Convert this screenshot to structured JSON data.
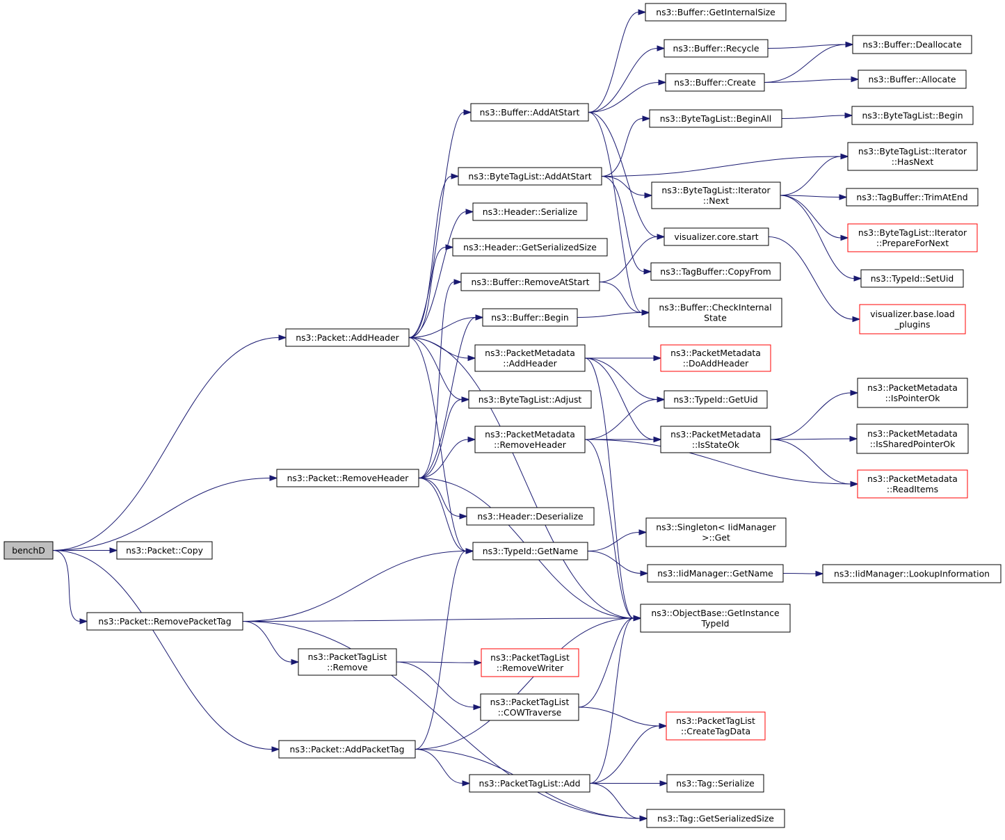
{
  "colors": {
    "edge": "#191970",
    "node_border": "#000000",
    "node_border_truncated": "#ff0000",
    "node_fill": "#ffffff",
    "root_fill": "#bfbfbf"
  },
  "nodes": [
    {
      "id": "benchD",
      "lines": [
        "benchD"
      ],
      "root": true
    },
    {
      "id": "Packet_AddHeader",
      "lines": [
        "ns3::Packet::AddHeader"
      ]
    },
    {
      "id": "Packet_RemoveHeader",
      "lines": [
        "ns3::Packet::RemoveHeader"
      ]
    },
    {
      "id": "Packet_Copy",
      "lines": [
        "ns3::Packet::Copy"
      ]
    },
    {
      "id": "Packet_RemovePacketTag",
      "lines": [
        "ns3::Packet::RemovePacketTag"
      ]
    },
    {
      "id": "Packet_AddPacketTag",
      "lines": [
        "ns3::Packet::AddPacketTag"
      ]
    },
    {
      "id": "Buffer_AddAtStart",
      "lines": [
        "ns3::Buffer::AddAtStart"
      ]
    },
    {
      "id": "ByteTagList_AddAtStart",
      "lines": [
        "ns3::ByteTagList::AddAtStart"
      ]
    },
    {
      "id": "Header_Serialize",
      "lines": [
        "ns3::Header::Serialize"
      ]
    },
    {
      "id": "Header_GetSerializedSize",
      "lines": [
        "ns3::Header::GetSerializedSize"
      ]
    },
    {
      "id": "Buffer_RemoveAtStart",
      "lines": [
        "ns3::Buffer::RemoveAtStart"
      ]
    },
    {
      "id": "Buffer_Begin",
      "lines": [
        "ns3::Buffer::Begin"
      ]
    },
    {
      "id": "PacketMetadata_AddHeader",
      "lines": [
        "ns3::PacketMetadata",
        "::AddHeader"
      ]
    },
    {
      "id": "ByteTagList_Adjust",
      "lines": [
        "ns3::ByteTagList::Adjust"
      ]
    },
    {
      "id": "PacketMetadata_RemoveHeader",
      "lines": [
        "ns3::PacketMetadata",
        "::RemoveHeader"
      ]
    },
    {
      "id": "Header_Deserialize",
      "lines": [
        "ns3::Header::Deserialize"
      ]
    },
    {
      "id": "TypeId_GetName",
      "lines": [
        "ns3::TypeId::GetName"
      ]
    },
    {
      "id": "PacketTagList_Remove",
      "lines": [
        "ns3::PacketTagList",
        "::Remove"
      ]
    },
    {
      "id": "PacketTagList_COWTraverse",
      "lines": [
        "ns3::PacketTagList",
        "::COWTraverse"
      ]
    },
    {
      "id": "PacketTagList_Add",
      "lines": [
        "ns3::PacketTagList::Add"
      ]
    },
    {
      "id": "Buffer_GetInternalSize",
      "lines": [
        "ns3::Buffer::GetInternalSize"
      ]
    },
    {
      "id": "Buffer_Recycle",
      "lines": [
        "ns3::Buffer::Recycle"
      ]
    },
    {
      "id": "Buffer_Create",
      "lines": [
        "ns3::Buffer::Create"
      ]
    },
    {
      "id": "ByteTagList_BeginAll",
      "lines": [
        "ns3::ByteTagList::BeginAll"
      ]
    },
    {
      "id": "ByteTagList_Iterator_Next",
      "lines": [
        "ns3::ByteTagList::Iterator",
        "::Next"
      ]
    },
    {
      "id": "visualizer_core_start",
      "lines": [
        "visualizer.core.start"
      ]
    },
    {
      "id": "TagBuffer_CopyFrom",
      "lines": [
        "ns3::TagBuffer::CopyFrom"
      ]
    },
    {
      "id": "Buffer_CheckInternalState",
      "lines": [
        "ns3::Buffer::CheckInternal",
        "State"
      ]
    },
    {
      "id": "PacketMetadata_DoAddHeader",
      "lines": [
        "ns3::PacketMetadata",
        "::DoAddHeader"
      ],
      "truncated": true
    },
    {
      "id": "TypeId_GetUid",
      "lines": [
        "ns3::TypeId::GetUid"
      ]
    },
    {
      "id": "PacketMetadata_IsStateOk",
      "lines": [
        "ns3::PacketMetadata",
        "::IsStateOk"
      ]
    },
    {
      "id": "Singleton_IidManager_Get",
      "lines": [
        "ns3::Singleton< IidManager",
        " >::Get"
      ]
    },
    {
      "id": "IidManager_GetName",
      "lines": [
        "ns3::IidManager::GetName"
      ]
    },
    {
      "id": "ObjectBase_GetInstanceTypeId",
      "lines": [
        "ns3::ObjectBase::GetInstance",
        "TypeId"
      ]
    },
    {
      "id": "PacketTagList_RemoveWriter",
      "lines": [
        "ns3::PacketTagList",
        "::RemoveWriter"
      ],
      "truncated": true
    },
    {
      "id": "PacketTagList_CreateTagData",
      "lines": [
        "ns3::PacketTagList",
        "::CreateTagData"
      ],
      "truncated": true
    },
    {
      "id": "Tag_Serialize",
      "lines": [
        "ns3::Tag::Serialize"
      ]
    },
    {
      "id": "Tag_GetSerializedSize",
      "lines": [
        "ns3::Tag::GetSerializedSize"
      ]
    },
    {
      "id": "Buffer_Deallocate",
      "lines": [
        "ns3::Buffer::Deallocate"
      ]
    },
    {
      "id": "Buffer_Allocate",
      "lines": [
        "ns3::Buffer::Allocate"
      ]
    },
    {
      "id": "ByteTagList_Begin",
      "lines": [
        "ns3::ByteTagList::Begin"
      ]
    },
    {
      "id": "ByteTagList_Iterator_HasNext",
      "lines": [
        "ns3::ByteTagList::Iterator",
        "::HasNext"
      ]
    },
    {
      "id": "TagBuffer_TrimAtEnd",
      "lines": [
        "ns3::TagBuffer::TrimAtEnd"
      ]
    },
    {
      "id": "ByteTagList_Iterator_PrepareForNext",
      "lines": [
        "ns3::ByteTagList::Iterator",
        "::PrepareForNext"
      ],
      "truncated": true
    },
    {
      "id": "TypeId_SetUid",
      "lines": [
        "ns3::TypeId::SetUid"
      ]
    },
    {
      "id": "visualizer_base_load_plugins",
      "lines": [
        "visualizer.base.load",
        "_plugins"
      ],
      "truncated": true
    },
    {
      "id": "PacketMetadata_IsPointerOk",
      "lines": [
        "ns3::PacketMetadata",
        "::IsPointerOk"
      ]
    },
    {
      "id": "PacketMetadata_IsSharedPointerOk",
      "lines": [
        "ns3::PacketMetadata",
        "::IsSharedPointerOk"
      ]
    },
    {
      "id": "PacketMetadata_ReadItems",
      "lines": [
        "ns3::PacketMetadata",
        "::ReadItems"
      ],
      "truncated": true
    },
    {
      "id": "IidManager_LookupInformation",
      "lines": [
        "ns3::IidManager::LookupInformation"
      ]
    }
  ],
  "edges": [
    {
      "from": "benchD",
      "to": "Packet_AddHeader"
    },
    {
      "from": "benchD",
      "to": "Packet_RemoveHeader"
    },
    {
      "from": "benchD",
      "to": "Packet_Copy"
    },
    {
      "from": "benchD",
      "to": "Packet_RemovePacketTag"
    },
    {
      "from": "benchD",
      "to": "Packet_AddPacketTag"
    },
    {
      "from": "Packet_AddHeader",
      "to": "Buffer_AddAtStart"
    },
    {
      "from": "Packet_AddHeader",
      "to": "ByteTagList_AddAtStart"
    },
    {
      "from": "Packet_AddHeader",
      "to": "Header_Serialize"
    },
    {
      "from": "Packet_AddHeader",
      "to": "Header_GetSerializedSize"
    },
    {
      "from": "Packet_AddHeader",
      "to": "Buffer_Begin"
    },
    {
      "from": "Packet_AddHeader",
      "to": "PacketMetadata_AddHeader"
    },
    {
      "from": "Packet_AddHeader",
      "to": "ByteTagList_Adjust"
    },
    {
      "from": "Packet_AddHeader",
      "to": "TypeId_GetName"
    },
    {
      "from": "Packet_AddHeader",
      "to": "ObjectBase_GetInstanceTypeId"
    },
    {
      "from": "Packet_RemoveHeader",
      "to": "Buffer_RemoveAtStart"
    },
    {
      "from": "Packet_RemoveHeader",
      "to": "Buffer_Begin"
    },
    {
      "from": "Packet_RemoveHeader",
      "to": "ByteTagList_Adjust"
    },
    {
      "from": "Packet_RemoveHeader",
      "to": "PacketMetadata_RemoveHeader"
    },
    {
      "from": "Packet_RemoveHeader",
      "to": "Header_Deserialize"
    },
    {
      "from": "Packet_RemoveHeader",
      "to": "TypeId_GetName"
    },
    {
      "from": "Packet_RemoveHeader",
      "to": "ObjectBase_GetInstanceTypeId"
    },
    {
      "from": "Packet_RemovePacketTag",
      "to": "TypeId_GetName"
    },
    {
      "from": "Packet_RemovePacketTag",
      "to": "ObjectBase_GetInstanceTypeId"
    },
    {
      "from": "Packet_RemovePacketTag",
      "to": "PacketTagList_Remove"
    },
    {
      "from": "Packet_RemovePacketTag",
      "to": "Tag_GetSerializedSize"
    },
    {
      "from": "Packet_AddPacketTag",
      "to": "TypeId_GetName"
    },
    {
      "from": "Packet_AddPacketTag",
      "to": "ObjectBase_GetInstanceTypeId"
    },
    {
      "from": "Packet_AddPacketTag",
      "to": "PacketTagList_Add"
    },
    {
      "from": "Packet_AddPacketTag",
      "to": "Tag_GetSerializedSize"
    },
    {
      "from": "Buffer_AddAtStart",
      "to": "Buffer_GetInternalSize"
    },
    {
      "from": "Buffer_AddAtStart",
      "to": "Buffer_Recycle"
    },
    {
      "from": "Buffer_AddAtStart",
      "to": "Buffer_Create"
    },
    {
      "from": "Buffer_AddAtStart",
      "to": "visualizer_core_start"
    },
    {
      "from": "Buffer_AddAtStart",
      "to": "Buffer_CheckInternalState"
    },
    {
      "from": "Buffer_Recycle",
      "to": "Buffer_Deallocate"
    },
    {
      "from": "Buffer_Create",
      "to": "Buffer_Deallocate"
    },
    {
      "from": "Buffer_Create",
      "to": "Buffer_Allocate"
    },
    {
      "from": "ByteTagList_AddAtStart",
      "to": "ByteTagList_BeginAll"
    },
    {
      "from": "ByteTagList_AddAtStart",
      "to": "ByteTagList_Iterator_HasNext"
    },
    {
      "from": "ByteTagList_AddAtStart",
      "to": "ByteTagList_Iterator_Next"
    },
    {
      "from": "ByteTagList_AddAtStart",
      "to": "TagBuffer_CopyFrom"
    },
    {
      "from": "ByteTagList_BeginAll",
      "to": "ByteTagList_Begin"
    },
    {
      "from": "ByteTagList_Iterator_Next",
      "to": "ByteTagList_Iterator_HasNext"
    },
    {
      "from": "ByteTagList_Iterator_Next",
      "to": "TagBuffer_TrimAtEnd"
    },
    {
      "from": "ByteTagList_Iterator_Next",
      "to": "ByteTagList_Iterator_PrepareForNext"
    },
    {
      "from": "ByteTagList_Iterator_Next",
      "to": "TypeId_SetUid"
    },
    {
      "from": "visualizer_core_start",
      "to": "visualizer_base_load_plugins"
    },
    {
      "from": "Buffer_RemoveAtStart",
      "to": "visualizer_core_start"
    },
    {
      "from": "Buffer_RemoveAtStart",
      "to": "Buffer_CheckInternalState"
    },
    {
      "from": "Buffer_Begin",
      "to": "Buffer_CheckInternalState"
    },
    {
      "from": "PacketMetadata_AddHeader",
      "to": "PacketMetadata_DoAddHeader"
    },
    {
      "from": "PacketMetadata_AddHeader",
      "to": "TypeId_GetUid"
    },
    {
      "from": "PacketMetadata_AddHeader",
      "to": "PacketMetadata_IsStateOk"
    },
    {
      "from": "PacketMetadata_AddHeader",
      "to": "ObjectBase_GetInstanceTypeId"
    },
    {
      "from": "PacketMetadata_RemoveHeader",
      "to": "TypeId_GetUid"
    },
    {
      "from": "PacketMetadata_RemoveHeader",
      "to": "PacketMetadata_IsStateOk"
    },
    {
      "from": "PacketMetadata_RemoveHeader",
      "to": "PacketMetadata_ReadItems"
    },
    {
      "from": "PacketMetadata_RemoveHeader",
      "to": "ObjectBase_GetInstanceTypeId"
    },
    {
      "from": "PacketMetadata_IsStateOk",
      "to": "PacketMetadata_IsPointerOk"
    },
    {
      "from": "PacketMetadata_IsStateOk",
      "to": "PacketMetadata_IsSharedPointerOk"
    },
    {
      "from": "PacketMetadata_IsStateOk",
      "to": "PacketMetadata_ReadItems"
    },
    {
      "from": "TypeId_GetName",
      "to": "Singleton_IidManager_Get"
    },
    {
      "from": "TypeId_GetName",
      "to": "IidManager_GetName"
    },
    {
      "from": "IidManager_GetName",
      "to": "IidManager_LookupInformation"
    },
    {
      "from": "PacketTagList_Remove",
      "to": "PacketTagList_RemoveWriter"
    },
    {
      "from": "PacketTagList_Remove",
      "to": "PacketTagList_COWTraverse"
    },
    {
      "from": "PacketTagList_COWTraverse",
      "to": "ObjectBase_GetInstanceTypeId"
    },
    {
      "from": "PacketTagList_COWTraverse",
      "to": "PacketTagList_CreateTagData"
    },
    {
      "from": "PacketTagList_Add",
      "to": "PacketTagList_CreateTagData"
    },
    {
      "from": "PacketTagList_Add",
      "to": "ObjectBase_GetInstanceTypeId"
    },
    {
      "from": "PacketTagList_Add",
      "to": "Tag_Serialize"
    },
    {
      "from": "PacketTagList_Add",
      "to": "Tag_GetSerializedSize"
    }
  ]
}
